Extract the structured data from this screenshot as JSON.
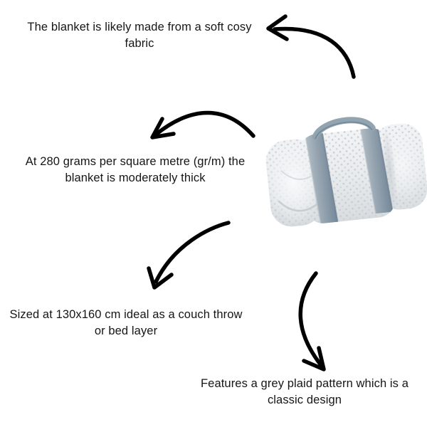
{
  "background_color": "#ffffff",
  "text_color": "#161616",
  "arrow_color": "#000000",
  "annotations": [
    {
      "id": "fabric",
      "lines": [
        "The blanket is likely made from a soft cosy",
        "fabric"
      ]
    },
    {
      "id": "weight",
      "lines": [
        "At 280 grams per square metre (gr/m) the",
        "blanket is moderately thick"
      ]
    },
    {
      "id": "size",
      "lines": [
        "Sized at 130x160 cm ideal as a couch throw",
        "or bed layer"
      ]
    },
    {
      "id": "pattern",
      "lines": [
        "Features a grey plaid pattern which is a",
        "classic design"
      ]
    }
  ],
  "product": {
    "alt": "Rolled light grey waffle-texture blanket secured with two grey-blue straps and a carry handle",
    "colors": {
      "body_light": "#f4f5f6",
      "body": "#e8ebed",
      "body_shadow": "#ccd1d5",
      "texture_dot": "#bfc7cd",
      "strap": "#93a2ae",
      "strap_dark": "#6b7e8d",
      "strap_light": "#b0bcc5"
    }
  }
}
